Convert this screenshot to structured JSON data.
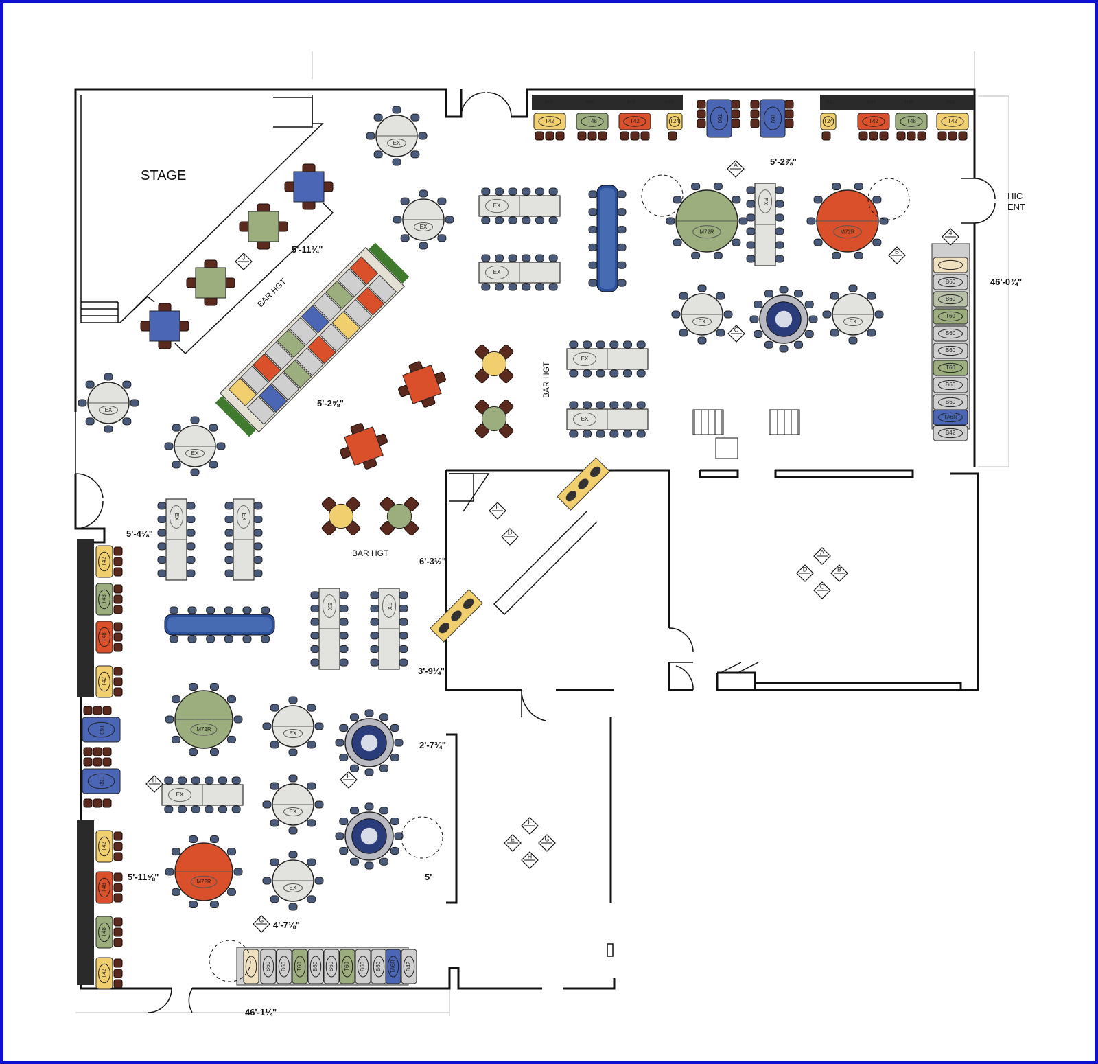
{
  "colors": {
    "frame": "#1010d0",
    "table_gray": "#e2e2de",
    "green": "#9cae7e",
    "orange": "#d9502a",
    "blue": "#4a66b4",
    "yellow": "#f1cf6e",
    "chair": "#4a5a7a",
    "bar_stool": "#5b2a1e",
    "dark_counter": "#2a2a2a"
  },
  "labels": {
    "stage": "STAGE",
    "bar_height": "BAR HGT",
    "ex": "EX",
    "entry_partial": "HIC\nENT"
  },
  "dimensions": {
    "d_5_2_7_8": "5'-2⅞\"",
    "d_46_0_3_4": "46'-0¾\"",
    "d_5_11_3_4": "5'-11¾\"",
    "d_5_2_5_8": "5'-2⅝\"",
    "d_5_4_1_8": "5'-4⅛\"",
    "d_6_3_1_2": "6'-3½\"",
    "d_3_9_1_4": "3'-9¼\"",
    "d_2_7_3_4": "2'-7¾\"",
    "d_5_11_5_8": "5'-11⅝\"",
    "d_5": "5'",
    "d_4_7_1_8": "4'-7⅛\"",
    "d_46_1_1_4": "46'-1¼\""
  },
  "table_codes": {
    "b60": "B60",
    "b42": "B42",
    "t42": "T42",
    "t48": "T48",
    "t24": "T24",
    "t60": "T60",
    "ta6r": "TA6R",
    "m72r": "M72R"
  },
  "view_markers": [
    "A",
    "B",
    "C",
    "D",
    "E",
    "F",
    "G",
    "H",
    "J"
  ]
}
